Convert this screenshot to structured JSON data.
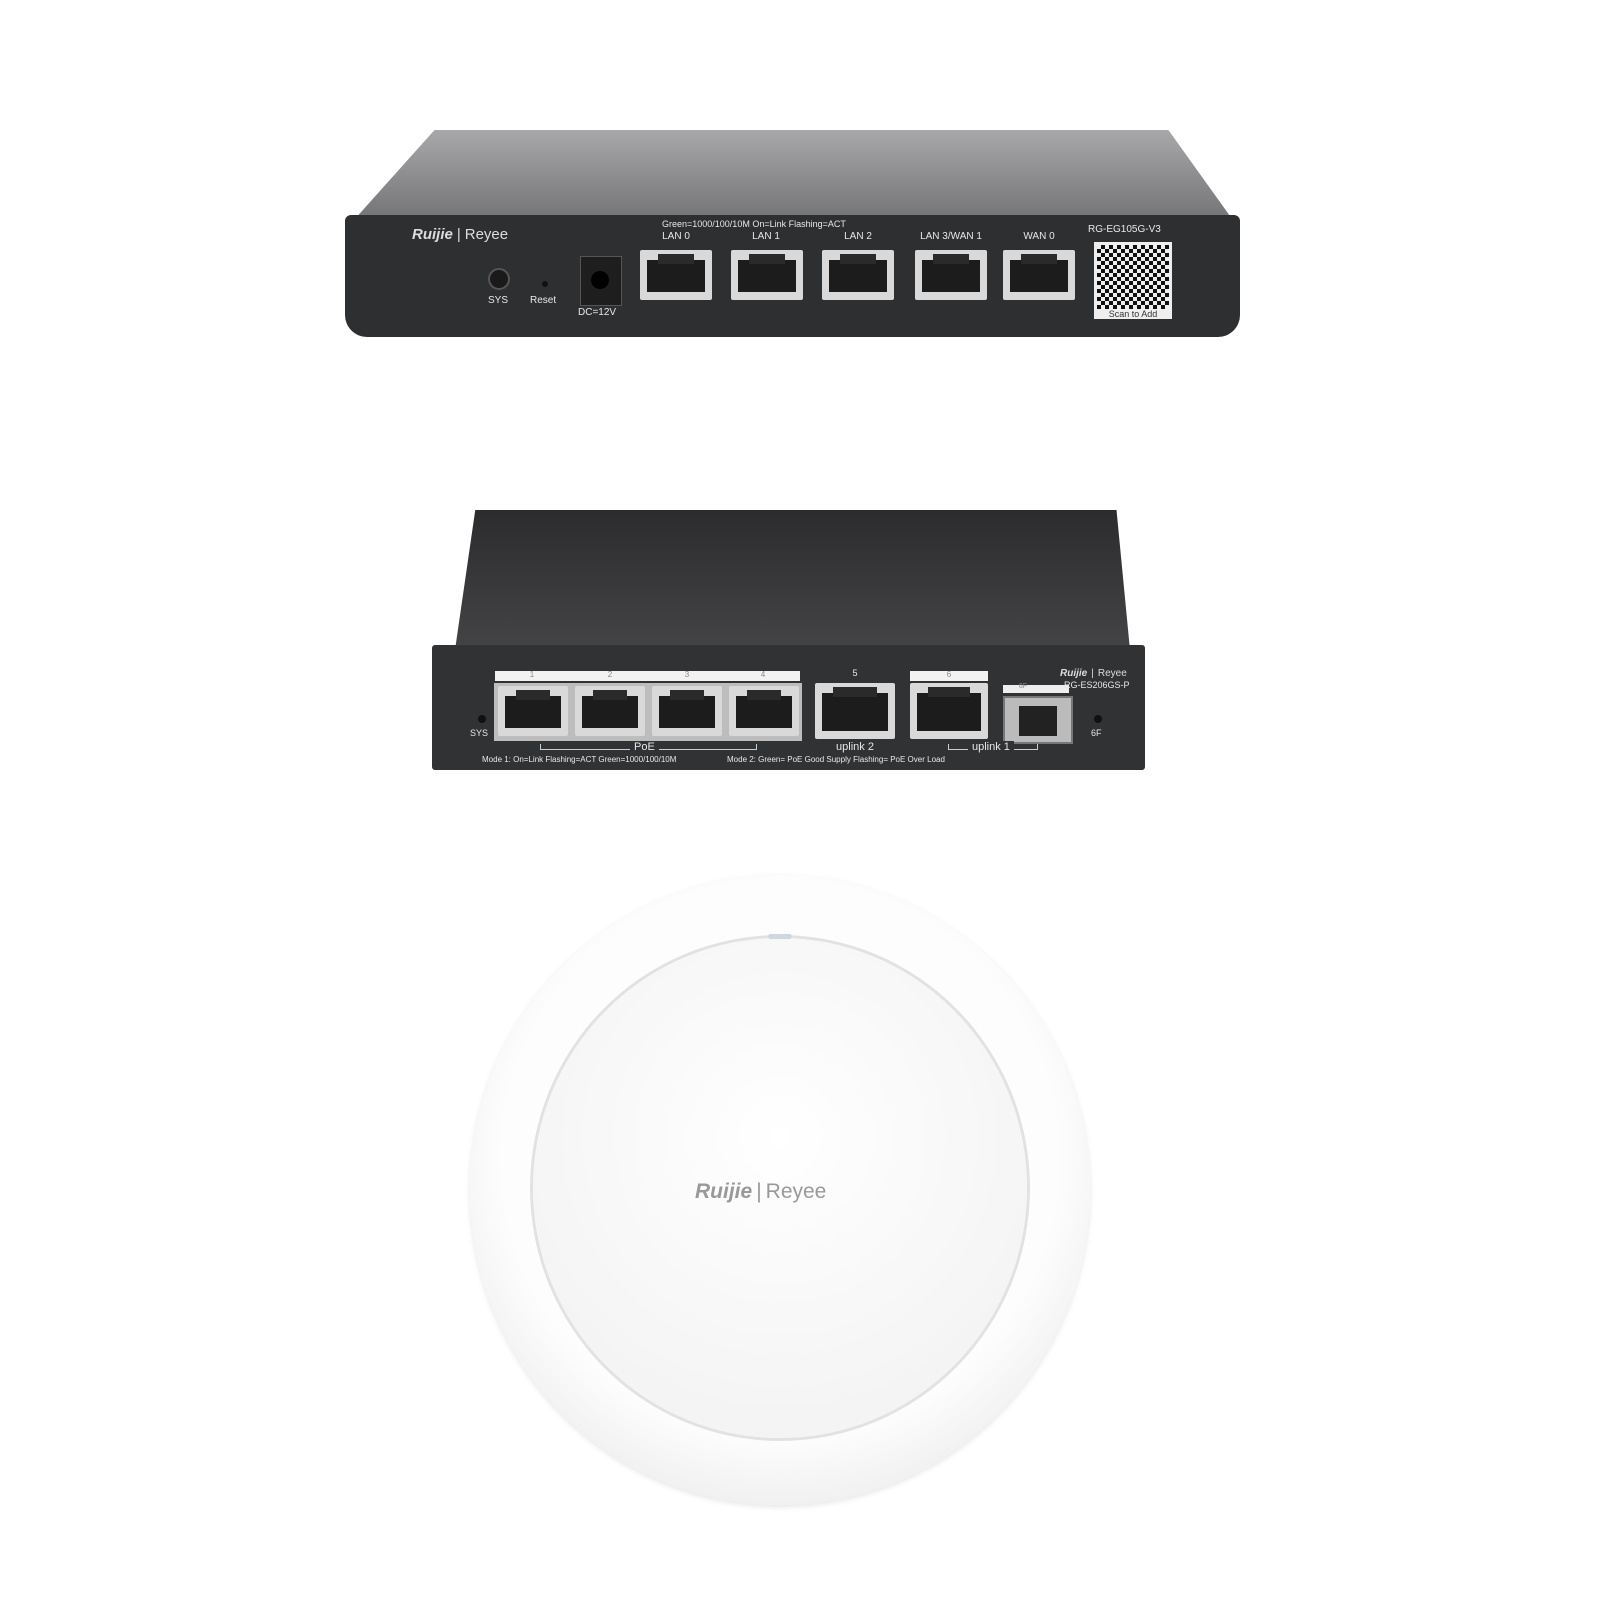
{
  "router": {
    "brand": "Ruijie",
    "sub_brand": "Reyee",
    "led_legend": "Green=1000/100/10M  On=Link  Flashing=ACT",
    "ports": [
      "LAN 0",
      "LAN 1",
      "LAN 2",
      "LAN 3/WAN 1",
      "WAN 0"
    ],
    "model": "RG-EG105G-V3",
    "qr_caption": "Scan to Add",
    "sys_label": "SYS",
    "reset_label": "Reset",
    "power_label": "DC=12V"
  },
  "switch": {
    "brand": "Ruijie",
    "sub_brand": "Reyee",
    "model": "RG-ES206GS-P",
    "port_numbers": [
      "1",
      "2",
      "3",
      "4",
      "5",
      "6"
    ],
    "sfp_label": "6F",
    "sys_label": "SYS",
    "sfp_led_label": "6F",
    "poe_label": "PoE",
    "uplink2_label": "uplink 2",
    "uplink1_label": "uplink 1",
    "mode1": "Mode 1:  On=Link  Flashing=ACT   Green=1000/100/10M",
    "mode2": "Mode 2:  Green= PoE Good Supply   Flashing= PoE Over Load"
  },
  "access_point": {
    "brand": "Ruijie",
    "sub_brand": "Reyee"
  }
}
